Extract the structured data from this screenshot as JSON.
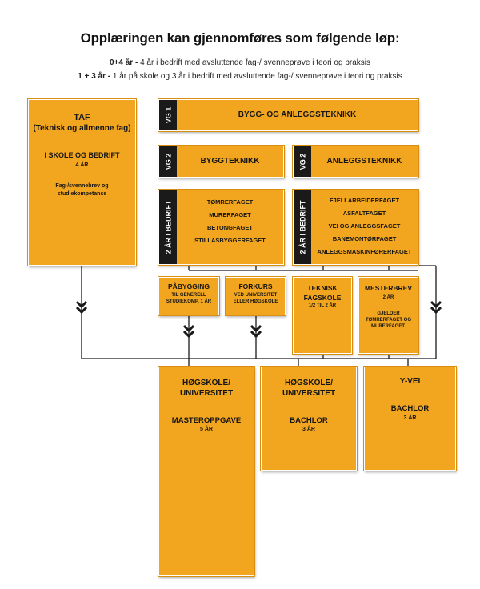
{
  "title": "Opplæringen kan gjennomføres som følgende løp:",
  "models": [
    {
      "key": "0+4 år -",
      "desc": "4 år i bedrift med avsluttende fag-/ svenneprøve i teori og praksis"
    },
    {
      "key": "1 + 3 år -",
      "desc": "1 år på skole og 3 år i bedrift med avsluttende fag-/ svenneprøve i teori og praksis"
    }
  ],
  "taf": {
    "title": "TAF",
    "subtitle": "(Teknisk og allmenne fag)",
    "line1": "I SKOLE OG BEDRIFT",
    "line2": "4 ÅR",
    "line3": "Fag-/svennebrev og",
    "line4": "studiekompetanse"
  },
  "vg1": {
    "tag": "VG 1",
    "label": "BYGG- OG ANLEGGSTEKNIKK"
  },
  "vg2": [
    {
      "tag": "VG 2",
      "label": "BYGGTEKNIKK"
    },
    {
      "tag": "VG 2",
      "label": "ANLEGGSTEKNIKK"
    }
  ],
  "bedrift": [
    {
      "tag": "2 ÅR I BEDRIFT",
      "items": [
        "TØMRERFAGET",
        "MURERFAGET",
        "BETONGFAGET",
        "STILLASBYGGERFAGET"
      ]
    },
    {
      "tag": "2 ÅR I BEDRIFT",
      "items": [
        "FJELLARBEIDERFAGET",
        "ASFALTFAGET",
        "VEI OG ANLEGGSFAGET",
        "BANEMONTØRFAGET",
        "ANLEGGSMASKINFØRERFAGET"
      ]
    }
  ],
  "options": {
    "pabygging": {
      "title": "PÅBYGGING",
      "l1": "TIL GENERELL",
      "l2": "STUDIEKOMP. 1 ÅR"
    },
    "forkurs": {
      "title": "FORKURS",
      "l1": "VED UNIVERSITET",
      "l2": "ELLER HØGSKOLE"
    },
    "teknisk": {
      "title": "TEKNISK",
      "l1": "FAGSKOLE",
      "l2": "1/2 TIL 2 ÅR"
    },
    "mesterbrev": {
      "title": "MESTERBREV",
      "l1": "2 ÅR",
      "l2": "GJELDER",
      "l3": "TØMRERFAGET OG",
      "l4": "MURERFAGET."
    }
  },
  "outcomes": [
    {
      "l1": "HØGSKOLE/",
      "l2": "UNIVERSITET",
      "l3": "MASTEROPPGAVE",
      "l4": "5 ÅR"
    },
    {
      "l1": "HØGSKOLE/",
      "l2": "UNIVERSITET",
      "l3": "BACHLOR",
      "l4": "3 ÅR"
    },
    {
      "l1": "Y-VEI",
      "l2": "BACHLOR",
      "l3": "3 ÅR"
    }
  ],
  "colors": {
    "box": "#f2a61f",
    "tag": "#1a1a1a",
    "line": "#1a1a1a"
  }
}
